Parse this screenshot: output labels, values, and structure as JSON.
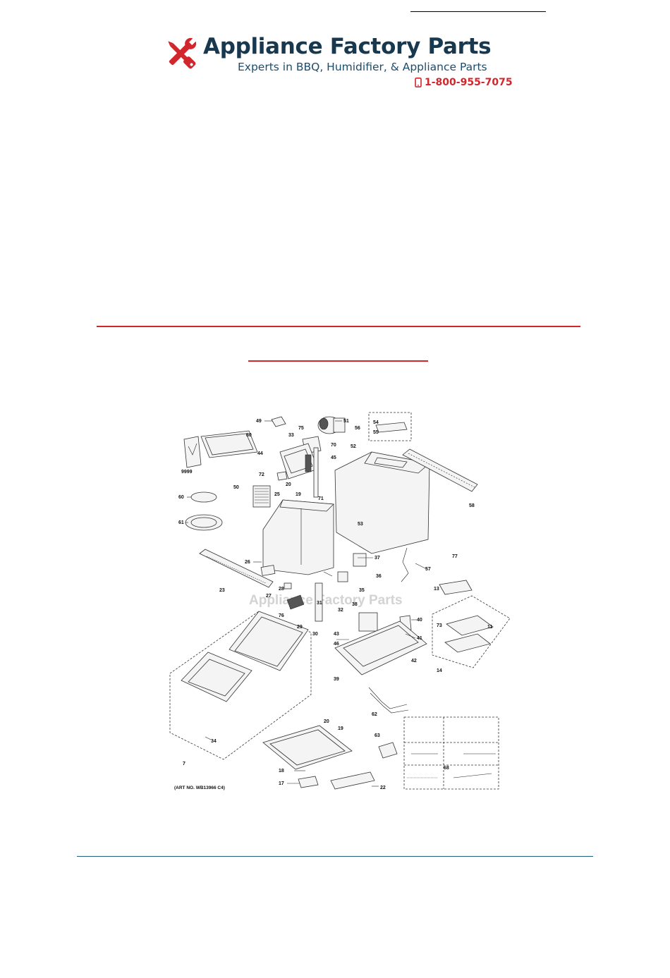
{
  "header": {
    "brand_name": "Appliance Factory Parts",
    "tagline": "Experts in BBQ, Humidifier, & Appliance Parts",
    "phone": "1-800-955-7075",
    "phone_icon": "phone-icon",
    "logo_icon": "wrench-screwdriver-icon"
  },
  "colors": {
    "brand_navy": "#17384f",
    "accent_red": "#d0262c",
    "rule_blue": "#1c5f7d"
  },
  "diagram": {
    "art_number": "(ART NO. WB13966 C4)",
    "watermark": "Appliance Factory Parts",
    "callouts": [
      "49",
      "80",
      "75",
      "51",
      "54",
      "55",
      "56",
      "33",
      "70",
      "52",
      "44",
      "45",
      "9999",
      "72",
      "20",
      "19",
      "50",
      "25",
      "60",
      "71",
      "58",
      "61",
      "53",
      "37",
      "26",
      "77",
      "36",
      "57",
      "23",
      "27",
      "28",
      "35",
      "13",
      "38",
      "32",
      "76",
      "31",
      "29",
      "40",
      "30",
      "43",
      "11",
      "73",
      "46",
      "41",
      "42",
      "39",
      "14",
      "62",
      "20",
      "19",
      "63",
      "34",
      "68",
      "18",
      "22",
      "17",
      "7"
    ]
  }
}
